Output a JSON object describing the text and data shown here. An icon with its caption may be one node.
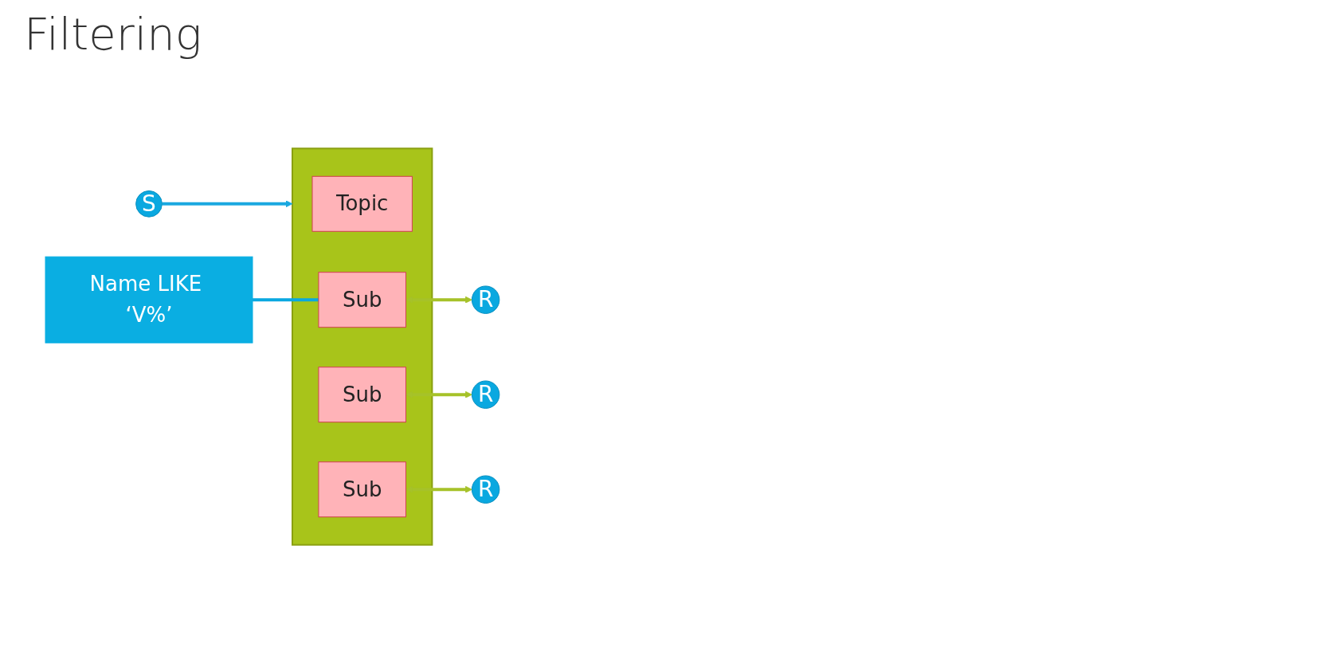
{
  "diagram": {
    "title": "Filtering",
    "nodes": [
      {
        "text": [
          "S"
        ]
      },
      {
        "text": [],
        "shape": "box"
      },
      {
        "text": [
          "Topic"
        ],
        "in": 1
      },
      {
        "text": [
          "Sub"
        ],
        "in": 1
      },
      {
        "text": [
          "Sub"
        ],
        "in": 1
      },
      {
        "text": [
          "Sub"
        ],
        "in": 1
      },
      {
        "text": [
          "R"
        ]
      },
      {
        "text": [
          "R"
        ]
      },
      {
        "text": [
          "R"
        ]
      },
      {
        "text": [
          "Name LIKE ‘V%’"
        ]
      }
    ],
    "edges": [
      {
        "from": 0,
        "to": 1,
        "arrow": "to",
        "color": "#1aa8e0"
      },
      {
        "from": 3,
        "to": 6,
        "arrow": "both"
      },
      {
        "from": 4,
        "to": 7,
        "arrow": "both"
      },
      {
        "from": 5,
        "to": 8,
        "arrow": "both"
      },
      {
        "from": 9,
        "to": 5,
        "arrow": "none",
        "color": "#0aa8e0"
      }
    ]
  }
}
